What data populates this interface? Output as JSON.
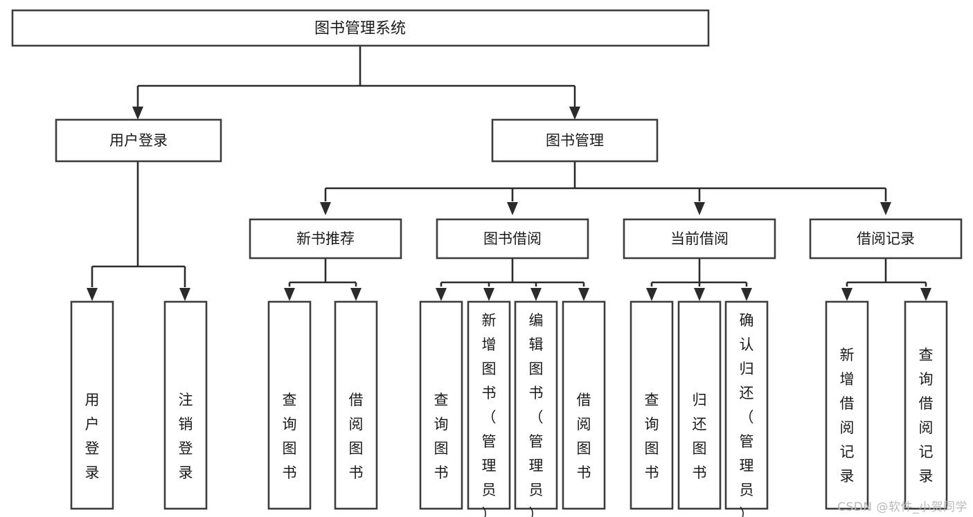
{
  "diagram": {
    "type": "tree",
    "title": "图书管理系统",
    "watermark": "CSDN @软件_小贺同学",
    "colors": {
      "box_stroke": "#3c3c3c",
      "connector": "#2b2b2b",
      "box_fill": "#ffffff",
      "text": "#1a1a1a",
      "watermark": "#b9b9b9",
      "background": "#ffffff"
    },
    "root": {
      "id": "root",
      "label": "图书管理系统"
    },
    "level2": [
      {
        "id": "user-login",
        "label": "用户登录"
      },
      {
        "id": "book-manage",
        "label": "图书管理"
      }
    ],
    "level3": [
      {
        "id": "new-book-recommend",
        "label": "新书推荐",
        "parent": "book-manage"
      },
      {
        "id": "book-borrow",
        "label": "图书借阅",
        "parent": "book-manage"
      },
      {
        "id": "current-borrow",
        "label": "当前借阅",
        "parent": "book-manage"
      },
      {
        "id": "borrow-record",
        "label": "借阅记录",
        "parent": "book-manage"
      }
    ],
    "leaves": {
      "user-login": [
        {
          "id": "leaf-user-login",
          "label": "用户登录"
        },
        {
          "id": "leaf-logout",
          "label": "注销登录"
        }
      ],
      "new-book-recommend": [
        {
          "id": "leaf-query-book-1",
          "label": "查询图书"
        },
        {
          "id": "leaf-borrow-book-1",
          "label": "借阅图书"
        }
      ],
      "book-borrow": [
        {
          "id": "leaf-query-book-2",
          "label": "查询图书"
        },
        {
          "id": "leaf-add-book",
          "label": "新增图书（管理员）"
        },
        {
          "id": "leaf-edit-book",
          "label": "编辑图书（管理员）"
        },
        {
          "id": "leaf-borrow-book-2",
          "label": "借阅图书"
        }
      ],
      "current-borrow": [
        {
          "id": "leaf-query-book-3",
          "label": "查询图书"
        },
        {
          "id": "leaf-return-book",
          "label": "归还图书"
        },
        {
          "id": "leaf-confirm-return",
          "label": "确认归还（管理员）"
        }
      ],
      "borrow-record": [
        {
          "id": "leaf-add-record",
          "label": "新增借阅记录"
        },
        {
          "id": "leaf-query-record",
          "label": "查询借阅记录"
        }
      ]
    }
  }
}
